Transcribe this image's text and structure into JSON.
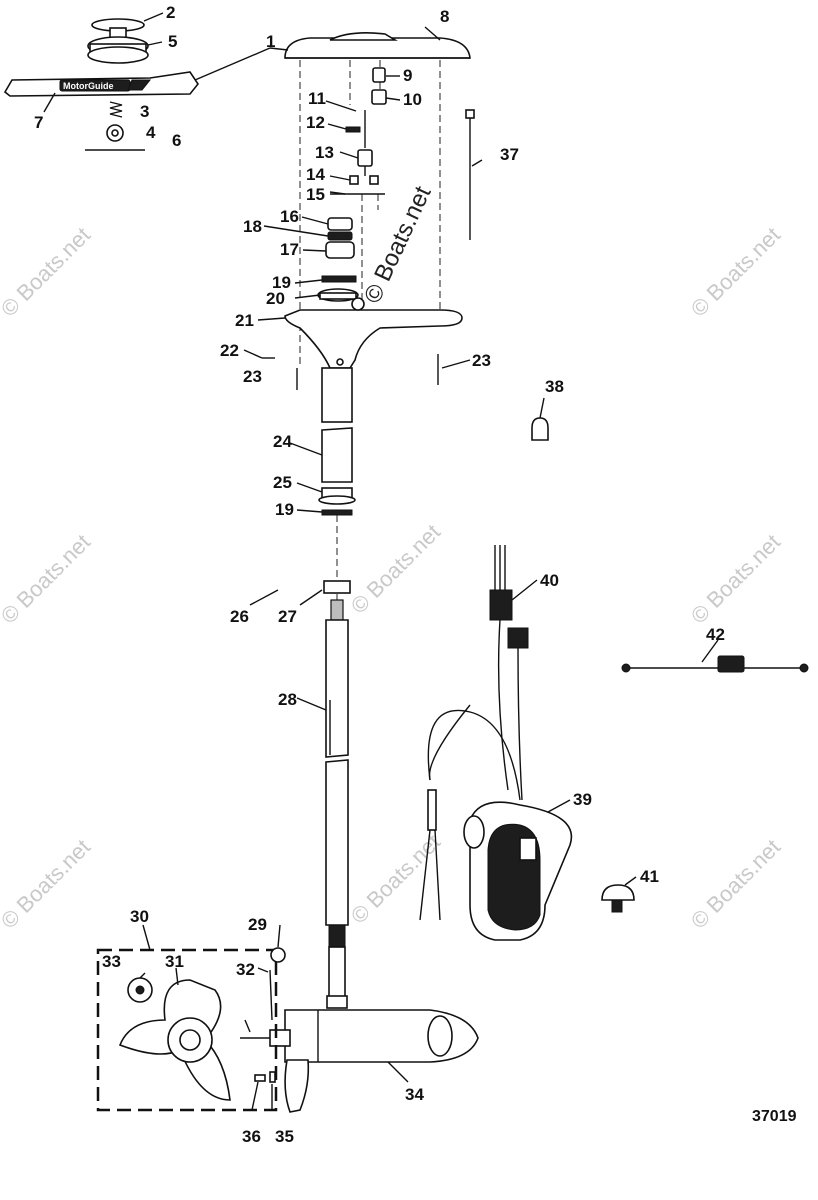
{
  "figure_number": "37019",
  "watermark": "© Boats.net",
  "logo_text": "MotorGuide",
  "callouts": [
    {
      "id": "1",
      "text": "1"
    },
    {
      "id": "2",
      "text": "2"
    },
    {
      "id": "3",
      "text": "3"
    },
    {
      "id": "4",
      "text": "4"
    },
    {
      "id": "5",
      "text": "5"
    },
    {
      "id": "6",
      "text": "6"
    },
    {
      "id": "7",
      "text": "7"
    },
    {
      "id": "8",
      "text": "8"
    },
    {
      "id": "9",
      "text": "9"
    },
    {
      "id": "10",
      "text": "10"
    },
    {
      "id": "11",
      "text": "11"
    },
    {
      "id": "12",
      "text": "12"
    },
    {
      "id": "13",
      "text": "13"
    },
    {
      "id": "14",
      "text": "14"
    },
    {
      "id": "15",
      "text": "15"
    },
    {
      "id": "16",
      "text": "16"
    },
    {
      "id": "17",
      "text": "17"
    },
    {
      "id": "18",
      "text": "18"
    },
    {
      "id": "19a",
      "text": "19"
    },
    {
      "id": "19b",
      "text": "19"
    },
    {
      "id": "20",
      "text": "20"
    },
    {
      "id": "21",
      "text": "21"
    },
    {
      "id": "22",
      "text": "22"
    },
    {
      "id": "23a",
      "text": "23"
    },
    {
      "id": "23b",
      "text": "23"
    },
    {
      "id": "24",
      "text": "24"
    },
    {
      "id": "25",
      "text": "25"
    },
    {
      "id": "26",
      "text": "26"
    },
    {
      "id": "27",
      "text": "27"
    },
    {
      "id": "28",
      "text": "28"
    },
    {
      "id": "29",
      "text": "29"
    },
    {
      "id": "30",
      "text": "30"
    },
    {
      "id": "31",
      "text": "31"
    },
    {
      "id": "32",
      "text": "32"
    },
    {
      "id": "33",
      "text": "33"
    },
    {
      "id": "34",
      "text": "34"
    },
    {
      "id": "35",
      "text": "35"
    },
    {
      "id": "36",
      "text": "36"
    },
    {
      "id": "37",
      "text": "37"
    },
    {
      "id": "38",
      "text": "38"
    },
    {
      "id": "39",
      "text": "39"
    },
    {
      "id": "40",
      "text": "40"
    },
    {
      "id": "41",
      "text": "41"
    },
    {
      "id": "42",
      "text": "42"
    }
  ]
}
